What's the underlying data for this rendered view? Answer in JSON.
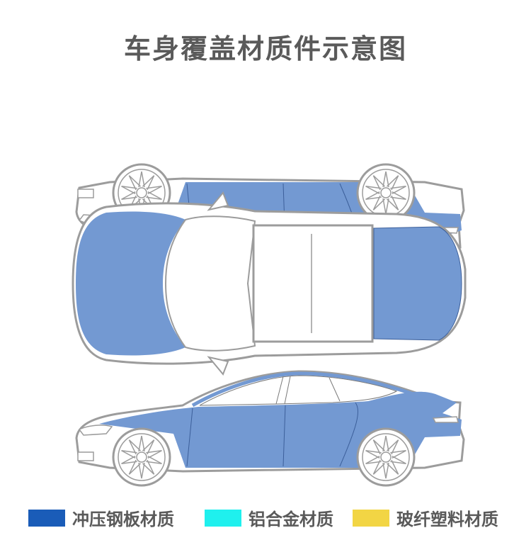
{
  "title": "车身覆盖材质件示意图",
  "legend": [
    {
      "label": "冲压钢板材质",
      "color": "#1a5cb8"
    },
    {
      "label": "铝合金材质",
      "color": "#1ff0ee"
    },
    {
      "label": "玻纤塑料材质",
      "color": "#f2d544"
    }
  ],
  "colors": {
    "panel": "#7399d2",
    "outline": "#9c9c9c"
  }
}
